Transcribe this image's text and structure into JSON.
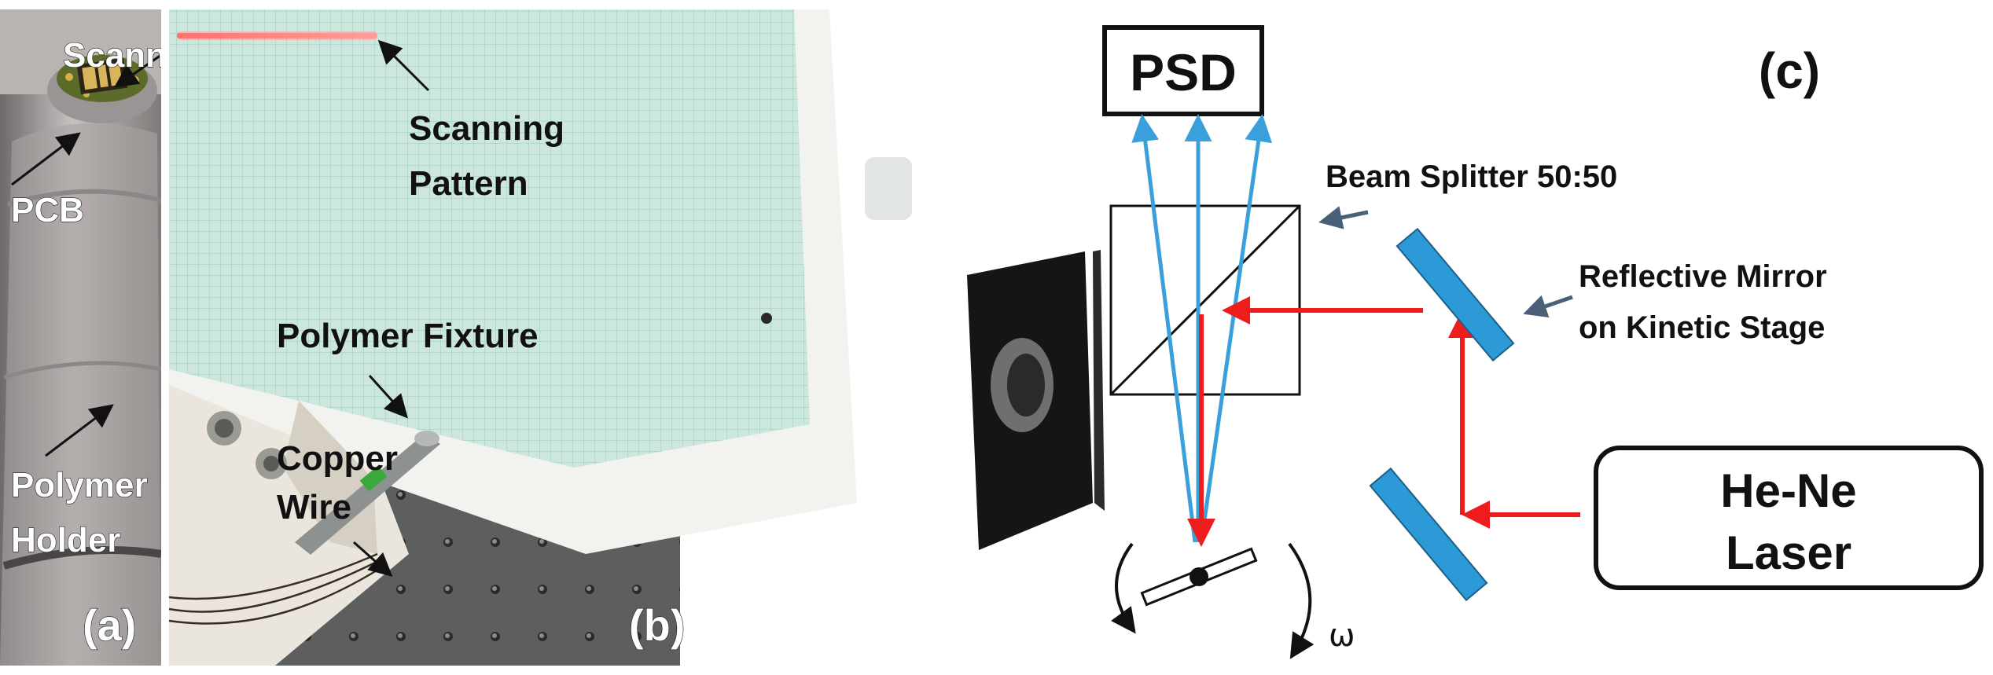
{
  "panel_a": {
    "labels": {
      "scanner": "Scanner",
      "pcb": "PCB",
      "polymer_holder_line1": "Polymer",
      "polymer_holder_line2": "Holder",
      "panel_tag": "(a)"
    }
  },
  "panel_b": {
    "labels": {
      "scanning_pattern_line1": "Scanning",
      "scanning_pattern_line2": "Pattern",
      "polymer_fixture": "Polymer Fixture",
      "copper_wire_line1": "Copper",
      "copper_wire_line2": "Wire",
      "panel_tag": "(b)"
    }
  },
  "panel_c": {
    "labels": {
      "psd": "PSD",
      "beam_splitter": "Beam Splitter 50:50",
      "reflective_mirror_line1": "Reflective Mirror",
      "reflective_mirror_line2": "on Kinetic Stage",
      "laser_line1": "He-Ne",
      "laser_line2": "Laser",
      "omega": "ω",
      "panel_tag": "(c)"
    },
    "colors": {
      "laser_beam": "#ee1c1c",
      "reflected_beam": "#3aa0dc",
      "mirror_fill": "#2c9ad6",
      "pointer_arrow": "#4a5f78"
    }
  }
}
